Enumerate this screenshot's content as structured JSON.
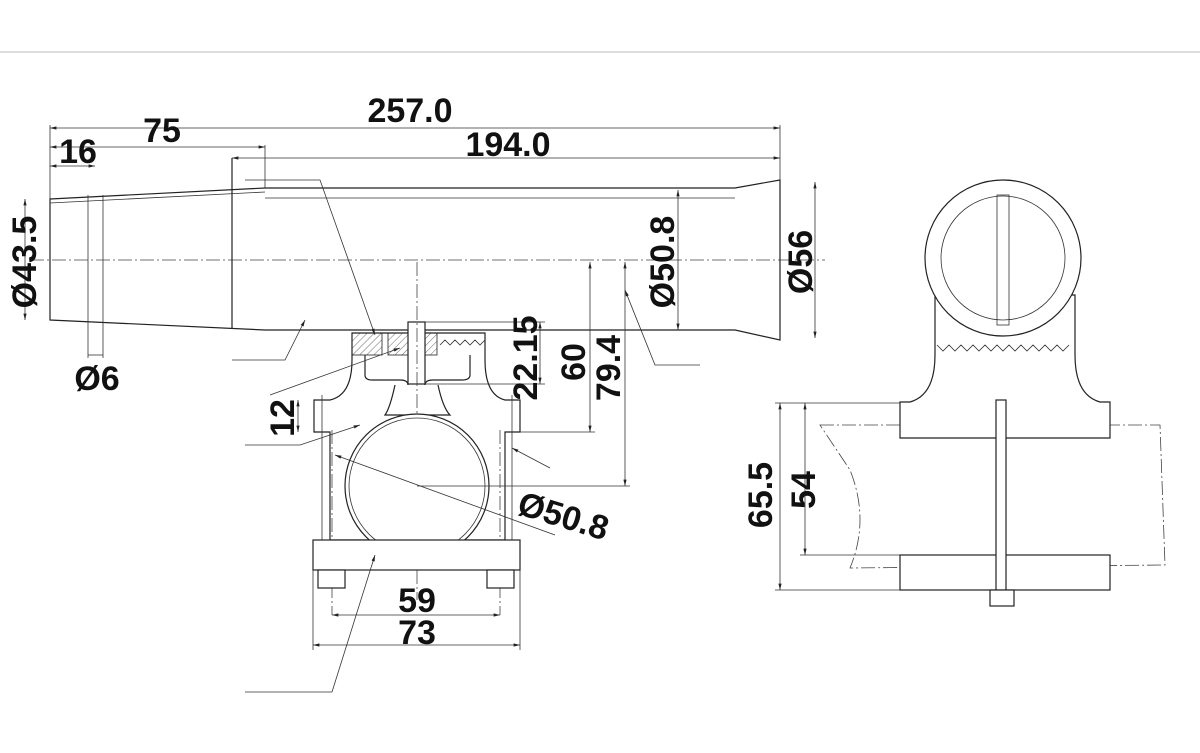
{
  "drawing": {
    "title": "Rod holder clamp dimension drawing",
    "side_view": {
      "overall_length": "257.0",
      "tube_length": "194.0",
      "taper_length": "75",
      "end_length": "16",
      "end_diameter": "Ø43.5",
      "ring_diameter": "Ø6",
      "tube_diameter": "Ø50.8",
      "flare_diameter": "Ø56",
      "pin_height": "22.15",
      "center_to_clamp": "60",
      "center_to_pipe": "79.4",
      "boss_height": "12",
      "pipe_diameter": "Ø50.8",
      "bolt_spacing": "59",
      "plate_width": "73"
    },
    "end_view": {
      "overall_height": "65.5",
      "clamp_gap": "54"
    }
  }
}
